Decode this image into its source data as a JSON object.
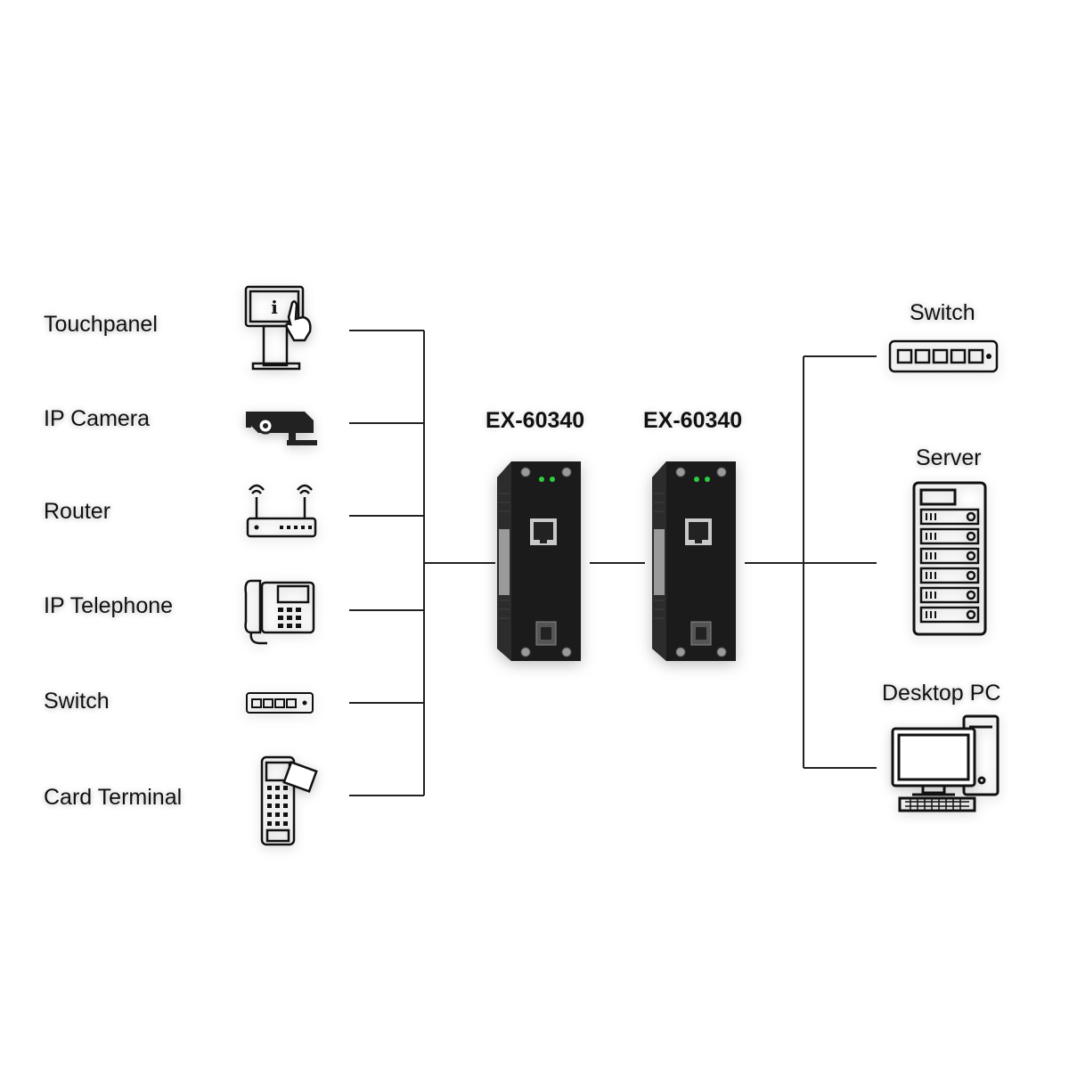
{
  "left_devices": [
    {
      "label": "Touchpanel",
      "icon": "touchpanel-kiosk-icon"
    },
    {
      "label": "IP Camera",
      "icon": "ip-camera-icon"
    },
    {
      "label": "Router",
      "icon": "router-icon"
    },
    {
      "label": "IP Telephone",
      "icon": "ip-telephone-icon"
    },
    {
      "label": "Switch",
      "icon": "switch-icon"
    },
    {
      "label": "Card Terminal",
      "icon": "card-terminal-icon"
    }
  ],
  "converters": [
    {
      "model": "EX-60340"
    },
    {
      "model": "EX-60340"
    }
  ],
  "right_devices": [
    {
      "label": "Switch",
      "icon": "switch-icon"
    },
    {
      "label": "Server",
      "icon": "server-rack-icon"
    },
    {
      "label": "Desktop PC",
      "icon": "desktop-pc-icon"
    }
  ],
  "colors": {
    "line": "#222222",
    "device_body": "#1b1b1b",
    "led": "#2ecc40"
  }
}
